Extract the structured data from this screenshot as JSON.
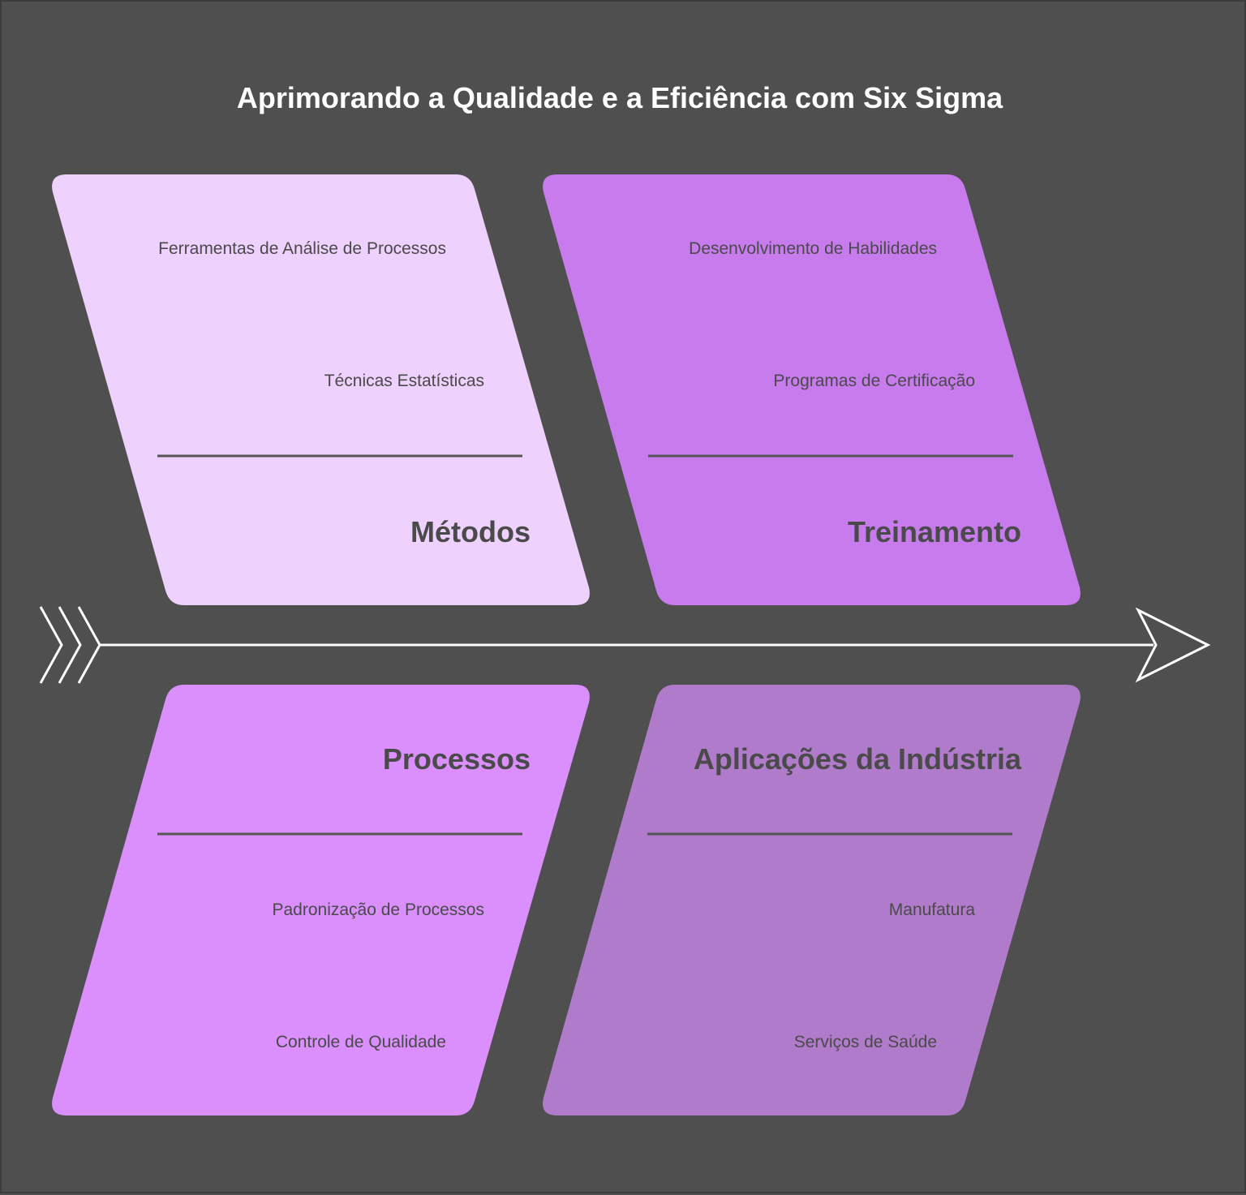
{
  "title": "Aprimorando a Qualidade e a Eficiência com Six Sigma",
  "colors": {
    "background": "#4f4f4f",
    "text_dark": "#4a4a4a",
    "spine": "#ffffff"
  },
  "categories": [
    {
      "name": "Métodos",
      "color": "#efd1fd",
      "items": [
        "Ferramentas de Análise de Processos",
        "Técnicas Estatísticas"
      ]
    },
    {
      "name": "Treinamento",
      "color": "#c77bed",
      "items": [
        "Desenvolvimento de Habilidades",
        "Programas de Certificação"
      ]
    },
    {
      "name": "Processos",
      "color": "#da8ffc",
      "items": [
        "Padronização de Processos",
        "Controle de Qualidade"
      ]
    },
    {
      "name": "Aplicações da Indústria",
      "color": "#b07bca",
      "items": [
        "Manufatura",
        "Serviços de Saúde"
      ]
    }
  ]
}
